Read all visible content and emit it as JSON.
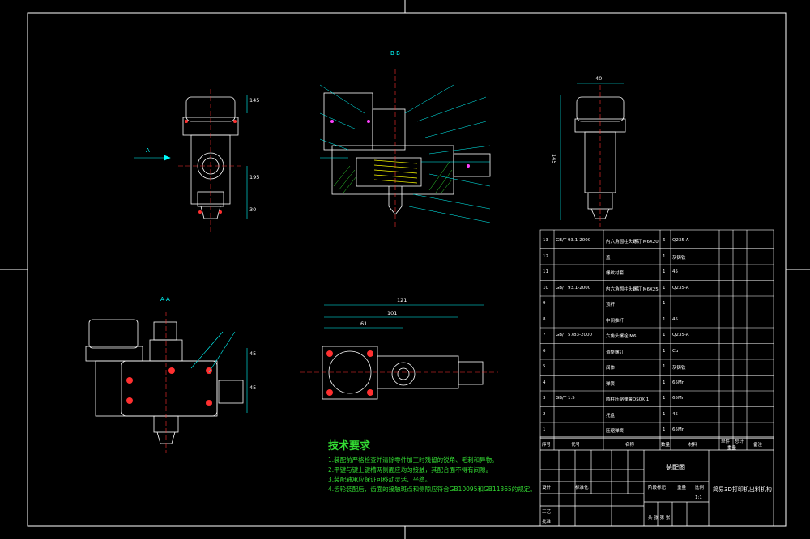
{
  "tech_requirements": {
    "title": "技术要求",
    "items": [
      "1.装配前严格检查并清除零件加工时残留的锐角、毛刺和异物。",
      "2.平键与键上键槽两侧面应均匀接触，其配合面不得有间隙。",
      "3.装配轴承应保证可移动灵活、平稳。",
      "4.齿轮装配后，齿面的接触斑点和侧隙应符合GB10095和GB11365的规定。"
    ]
  },
  "view_labels": {
    "section_top": "B-B",
    "left_view": "A-A",
    "arrow_a": "A"
  },
  "dimensions": {
    "top_width": "40",
    "right_height": "145",
    "bottom_overall": "121",
    "bottom_mid": "101",
    "bottom_small": "61",
    "left_v1": "145",
    "left_v2": "195",
    "left_v3": "30",
    "bl_v1": "45",
    "bl_v2": "45"
  },
  "bom_header": {
    "seq": "序号",
    "code": "代号",
    "name": "名称",
    "qty": "数量",
    "material": "材料",
    "single": "单件",
    "total": "总计",
    "weight": "重量",
    "remark": "备注"
  },
  "bom_rows": [
    {
      "seq": "13",
      "code": "GB/T 93.1-2000",
      "name": "内六角圆柱头螺钉 M6X20",
      "qty": "6",
      "mat": "Q235-A"
    },
    {
      "seq": "12",
      "code": "",
      "name": "盖",
      "qty": "1",
      "mat": "灰铸铁"
    },
    {
      "seq": "11",
      "code": "",
      "name": "螺纹衬套",
      "qty": "1",
      "mat": "45"
    },
    {
      "seq": "10",
      "code": "GB/T 93.1-2000",
      "name": "内六角圆柱头螺钉 M6X25",
      "qty": "1",
      "mat": "Q235-A"
    },
    {
      "seq": "9",
      "code": "",
      "name": "顶杆",
      "qty": "1",
      "mat": ""
    },
    {
      "seq": "8",
      "code": "",
      "name": "中间推杆",
      "qty": "1",
      "mat": "45"
    },
    {
      "seq": "7",
      "code": "GB/T 5783-2000",
      "name": "六角头螺栓 M6",
      "qty": "1",
      "mat": "Q235-A"
    },
    {
      "seq": "6",
      "code": "",
      "name": "调整螺钉",
      "qty": "1",
      "mat": "Cu"
    },
    {
      "seq": "5",
      "code": "",
      "name": "阀体",
      "qty": "1",
      "mat": "灰铸铁"
    },
    {
      "seq": "4",
      "code": "",
      "name": "弹簧",
      "qty": "1",
      "mat": "65Mn"
    },
    {
      "seq": "3",
      "code": "GB/T 1.5",
      "name": "圆柱压缩弹簧DS0X 1",
      "qty": "1",
      "mat": "65Mn"
    },
    {
      "seq": "2",
      "code": "",
      "name": "托盘",
      "qty": "1",
      "mat": "45"
    },
    {
      "seq": "1",
      "code": "",
      "name": "压缩弹簧",
      "qty": "1",
      "mat": "65Mn"
    }
  ],
  "title_block": {
    "drawing_name": "装配图",
    "project": "简易3D打印机出料机构",
    "designer_label": "设计",
    "standard_label": "标准化",
    "process_label": "工艺",
    "approve_label": "批准",
    "stage_label": "阶段标记",
    "weight_label": "重量",
    "scale_label": "比例",
    "scale_value": "1:1",
    "sheet_label": "共 张 第 张"
  },
  "colors": {
    "background": "#000000",
    "line": "#ffffff",
    "accent_cyan": "#00ffff",
    "accent_green": "#33dd33",
    "accent_red": "#ff3030",
    "accent_yellow": "#ffff00",
    "accent_magenta": "#ff40ff"
  }
}
